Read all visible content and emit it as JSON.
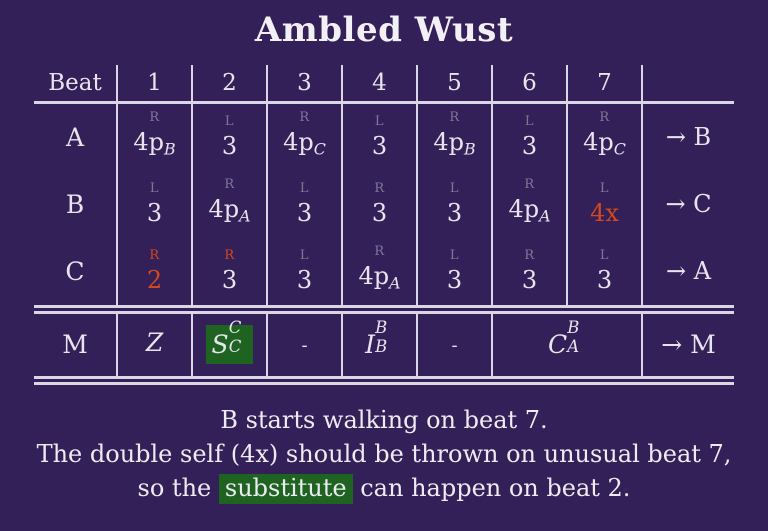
{
  "title": "Ambled Wust",
  "colors": {
    "background": "#342058",
    "rule": "#d9d6e6",
    "text": "#e8e6f0",
    "hand_marker": "#7e7897",
    "accent_orange": "#d1491c",
    "highlight_green": "#1f6320"
  },
  "table": {
    "header": {
      "label": "Beat",
      "beats": [
        "1",
        "2",
        "3",
        "4",
        "5",
        "6",
        "7"
      ],
      "trailing": ""
    },
    "rows": [
      {
        "label": "A",
        "cells": [
          {
            "hand": "R",
            "hand_accent": false,
            "value": "4p",
            "value_sub": "B",
            "value_sup": "",
            "accent": false
          },
          {
            "hand": "L",
            "hand_accent": false,
            "value": "3",
            "value_sub": "",
            "value_sup": "",
            "accent": false
          },
          {
            "hand": "R",
            "hand_accent": false,
            "value": "4p",
            "value_sub": "C",
            "value_sup": "",
            "accent": false
          },
          {
            "hand": "L",
            "hand_accent": false,
            "value": "3",
            "value_sub": "",
            "value_sup": "",
            "accent": false
          },
          {
            "hand": "R",
            "hand_accent": false,
            "value": "4p",
            "value_sub": "B",
            "value_sup": "",
            "accent": false
          },
          {
            "hand": "L",
            "hand_accent": false,
            "value": "3",
            "value_sub": "",
            "value_sup": "",
            "accent": false
          },
          {
            "hand": "R",
            "hand_accent": false,
            "value": "4p",
            "value_sub": "C",
            "value_sup": "",
            "accent": false
          }
        ],
        "arrow": "→ B"
      },
      {
        "label": "B",
        "cells": [
          {
            "hand": "L",
            "hand_accent": false,
            "value": "3",
            "value_sub": "",
            "value_sup": "",
            "accent": false
          },
          {
            "hand": "R",
            "hand_accent": false,
            "value": "4p",
            "value_sub": "A",
            "value_sup": "",
            "accent": false
          },
          {
            "hand": "L",
            "hand_accent": false,
            "value": "3",
            "value_sub": "",
            "value_sup": "",
            "accent": false
          },
          {
            "hand": "R",
            "hand_accent": false,
            "value": "3",
            "value_sub": "",
            "value_sup": "",
            "accent": false
          },
          {
            "hand": "L",
            "hand_accent": false,
            "value": "3",
            "value_sub": "",
            "value_sup": "",
            "accent": false
          },
          {
            "hand": "R",
            "hand_accent": false,
            "value": "4p",
            "value_sub": "A",
            "value_sup": "",
            "accent": false
          },
          {
            "hand": "L",
            "hand_accent": false,
            "value": "4x",
            "value_sub": "",
            "value_sup": "",
            "accent": true
          }
        ],
        "arrow": "→ C"
      },
      {
        "label": "C",
        "cells": [
          {
            "hand": "R",
            "hand_accent": true,
            "value": "2",
            "value_sub": "",
            "value_sup": "",
            "accent": true
          },
          {
            "hand": "R",
            "hand_accent": true,
            "value": "3",
            "value_sub": "",
            "value_sup": "",
            "accent": false
          },
          {
            "hand": "L",
            "hand_accent": false,
            "value": "3",
            "value_sub": "",
            "value_sup": "",
            "accent": false
          },
          {
            "hand": "R",
            "hand_accent": false,
            "value": "4p",
            "value_sub": "A",
            "value_sup": "",
            "accent": false
          },
          {
            "hand": "L",
            "hand_accent": false,
            "value": "3",
            "value_sub": "",
            "value_sup": "",
            "accent": false
          },
          {
            "hand": "R",
            "hand_accent": false,
            "value": "3",
            "value_sub": "",
            "value_sup": "",
            "accent": false
          },
          {
            "hand": "L",
            "hand_accent": false,
            "value": "3",
            "value_sub": "",
            "value_sup": "",
            "accent": false
          }
        ],
        "arrow": "→ A"
      }
    ],
    "manipulator_row": {
      "label": "M",
      "cells": [
        {
          "base": "Z",
          "sup": "",
          "sub": "",
          "span": 1,
          "highlight": false
        },
        {
          "base": "S",
          "sup": "C",
          "sub": "C",
          "span": 1,
          "highlight": true
        },
        {
          "base": "-",
          "sup": "",
          "sub": "",
          "span": 1,
          "highlight": false
        },
        {
          "base": "I",
          "sup": "B",
          "sub": "B",
          "span": 1,
          "highlight": false
        },
        {
          "base": "-",
          "sup": "",
          "sub": "",
          "span": 1,
          "highlight": false
        },
        {
          "base": "C",
          "sup": "B",
          "sub": "A",
          "span": 2,
          "highlight": false
        }
      ],
      "arrow": "→ M"
    }
  },
  "footer": {
    "line1": "B starts walking on beat 7.",
    "line2": "The double self (4x) should be thrown on unusual beat 7,",
    "line3_before": "so the ",
    "line3_highlight": "substitute",
    "line3_after": " can happen on beat 2."
  }
}
